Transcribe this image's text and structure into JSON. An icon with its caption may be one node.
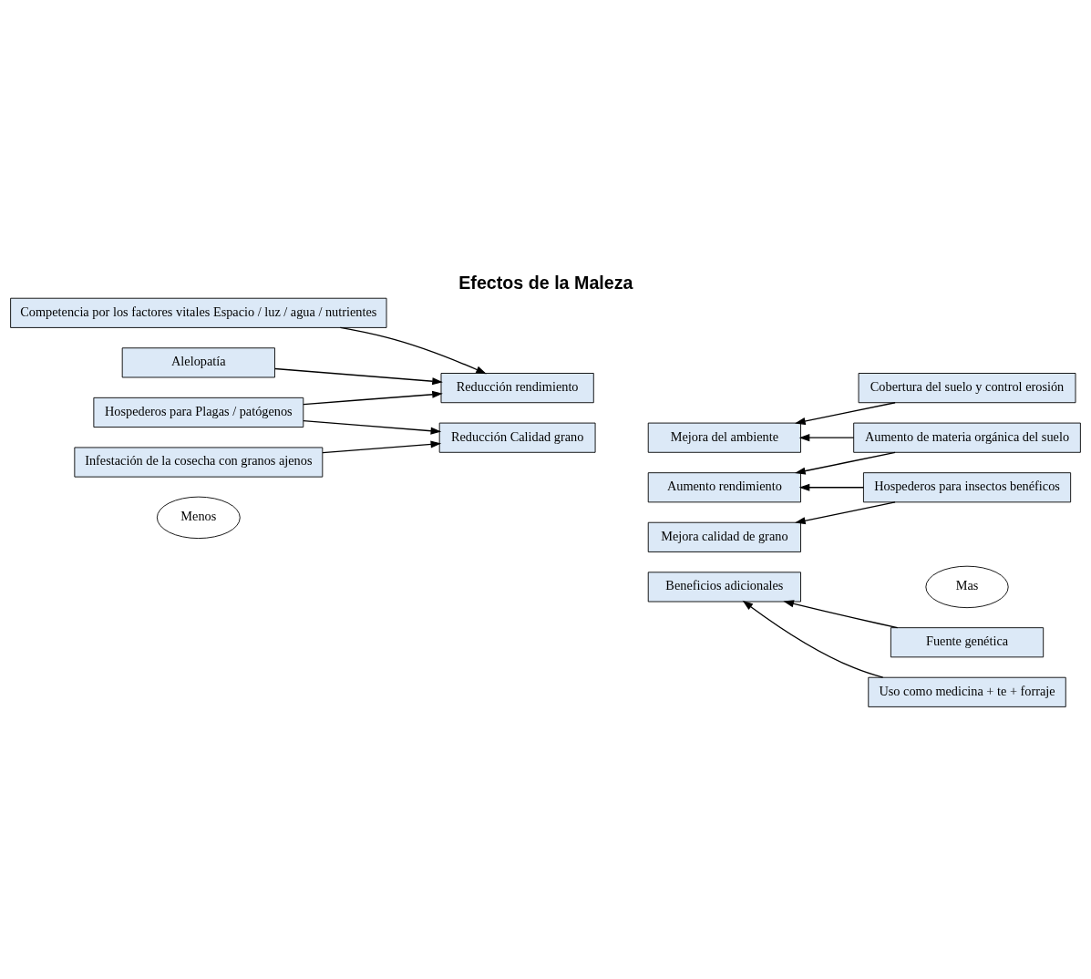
{
  "diagram": {
    "title": "Efectos de la Maleza",
    "nodes": [
      {
        "text": [
          "Menos"
        ]
      },
      {
        "text": [
          "Mas"
        ]
      },
      {
        "text": [
          "Competencia por los factores vitales Espacio / luz / agua / nutrientes"
        ]
      },
      {
        "text": [
          "Alelopatía"
        ]
      },
      {
        "text": [
          "Hospederos para Plagas / patógenos"
        ]
      },
      {
        "text": [
          "Infestación de la cosecha con granos ajenos"
        ]
      },
      {
        "text": [
          "Reducción rendimiento"
        ]
      },
      {
        "text": [
          "Reducción Calidad grano"
        ]
      },
      {
        "text": [
          "Mejora del ambiente"
        ]
      },
      {
        "text": [
          "Aumento rendimiento"
        ]
      },
      {
        "text": [
          "Mejora calidad de grano"
        ]
      },
      {
        "text": [
          "Beneficios adicionales"
        ]
      },
      {
        "text": [
          "Cobertura del suelo y control erosión"
        ]
      },
      {
        "text": [
          "Aumento de materia orgánica del suelo"
        ]
      },
      {
        "text": [
          "Hospederos para insectos benéficos"
        ]
      },
      {
        "text": [
          "Fuente genética"
        ]
      },
      {
        "text": [
          "Uso como medicina + te + forraje"
        ]
      }
    ],
    "edges": [
      {
        "from": 2,
        "to": 6,
        "arrow": "to"
      },
      {
        "from": 3,
        "to": 6,
        "arrow": "to"
      },
      {
        "from": 4,
        "to": 6,
        "arrow": "to"
      },
      {
        "from": 4,
        "to": 7,
        "arrow": "to"
      },
      {
        "from": 5,
        "to": 7,
        "arrow": "to"
      },
      {
        "from": 12,
        "to": 8,
        "arrow": "to"
      },
      {
        "from": 13,
        "to": 8,
        "arrow": "to"
      },
      {
        "from": 13,
        "to": 9,
        "arrow": "to"
      },
      {
        "from": 14,
        "to": 9,
        "arrow": "to"
      },
      {
        "from": 14,
        "to": 10,
        "arrow": "to"
      },
      {
        "from": 15,
        "to": 11,
        "arrow": "to"
      },
      {
        "from": 16,
        "to": 11,
        "arrow": "to"
      }
    ]
  }
}
